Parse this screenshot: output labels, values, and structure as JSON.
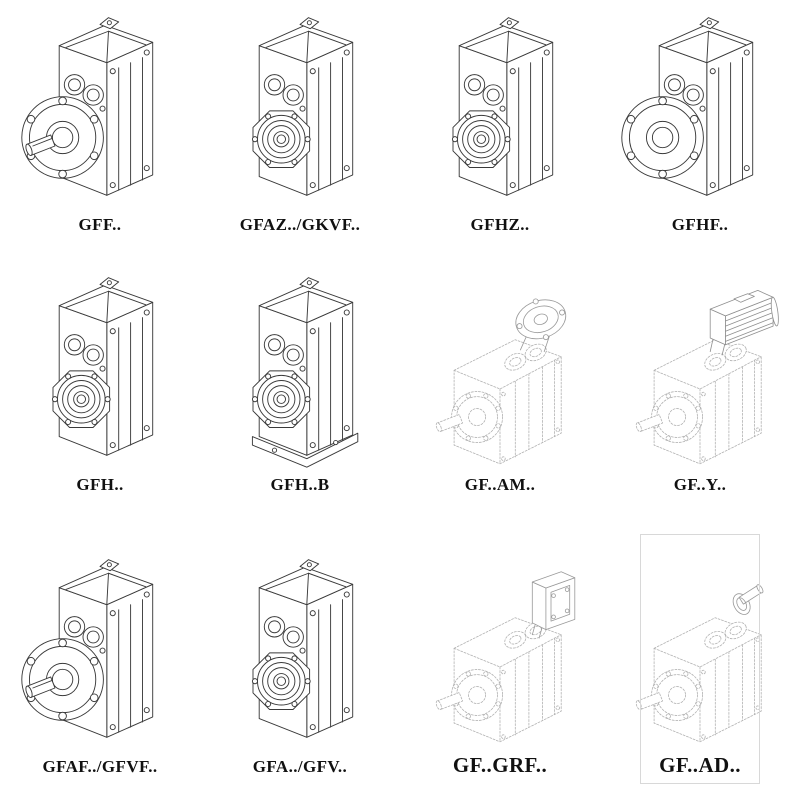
{
  "catalog": {
    "colors": {
      "line": "#3a3a3a",
      "light_line": "#b2b2b2",
      "label_text": "#111111",
      "background": "#ffffff"
    },
    "cells": [
      {
        "label": "GFF..",
        "icon": "gearbox-flange-shaft-drawing"
      },
      {
        "label": "GFAZ../GKVF..",
        "icon": "gearbox-hollow-shaft-drawing"
      },
      {
        "label": "GFHZ..",
        "icon": "gearbox-hollow-shaft-drawing"
      },
      {
        "label": "GFHF..",
        "icon": "gearbox-flange-hollow-drawing"
      },
      {
        "label": "GFH..",
        "icon": "gearbox-hollow-shaft-drawing"
      },
      {
        "label": "GFH..B",
        "icon": "gearbox-foot-mounted-drawing"
      },
      {
        "label": "GF..AM..",
        "icon": "gearbox-input-flange-dashed-drawing"
      },
      {
        "label": "GF..Y..",
        "icon": "gearbox-motor-dashed-drawing"
      },
      {
        "label": "GFAF../GFVF..",
        "icon": "gearbox-flange-shaft-drawing"
      },
      {
        "label": "GFA../GFV..",
        "icon": "gearbox-hollow-shaft-drawing"
      },
      {
        "label": "GF..GRF..",
        "icon": "gearbox-input-adapter-dashed-drawing"
      },
      {
        "label": "GF..AD..",
        "icon": "gearbox-input-shaft-dashed-drawing"
      }
    ]
  }
}
